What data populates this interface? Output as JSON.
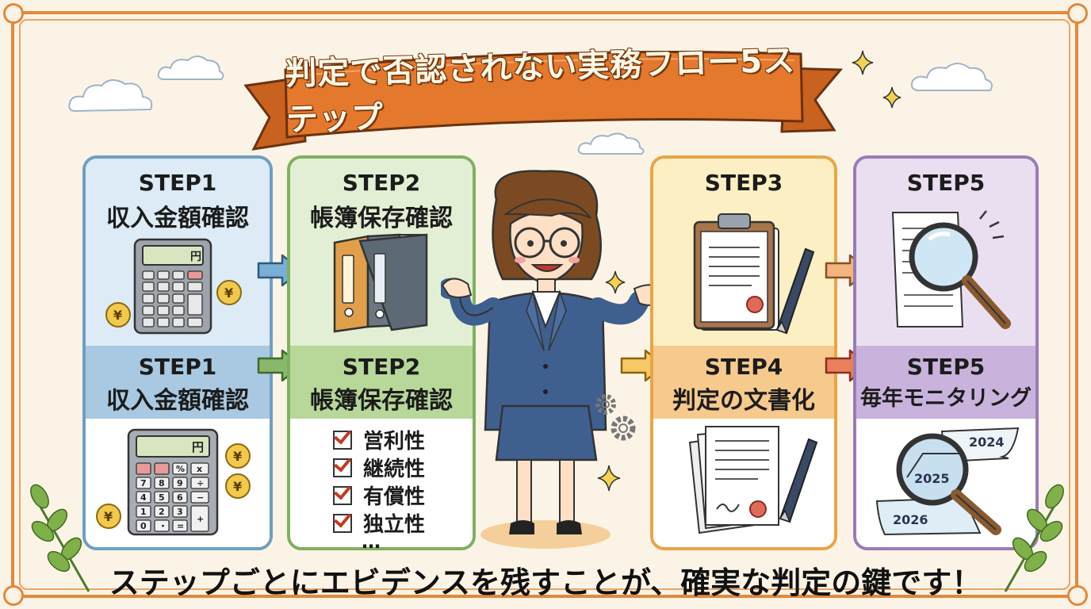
{
  "title": "判定で否認されない実務フロー5ステップ",
  "footer": "ステップごとにエビデンスを残すことが、確実な判定の鍵です！",
  "cards": {
    "c1_top": {
      "step": "STEP1",
      "sub": "収入金額確認"
    },
    "c1_bottom": {
      "step": "STEP1",
      "sub": "収入金額確認"
    },
    "c2_top": {
      "step": "STEP2",
      "sub": "帳簿保存確認"
    },
    "c2_bottom": {
      "step": "STEP2",
      "sub": "帳簿保存確認"
    },
    "c3_top": {
      "step": "STEP3"
    },
    "c3_bottom": {
      "step": "STEP4",
      "sub": "判定の文書化"
    },
    "c4_top": {
      "step": "STEP5"
    },
    "c4_bottom": {
      "step": "STEP5",
      "sub": "毎年モニタリング"
    }
  },
  "checklist": [
    "営利性",
    "継続性",
    "有償性",
    "独立性"
  ],
  "checklist_more": "…",
  "calculator": {
    "display": "円",
    "yen": "¥"
  },
  "calc_keys": [
    "%",
    "x",
    "7",
    "8",
    "9",
    "÷",
    "4",
    "5",
    "6",
    "−",
    "1",
    "2",
    "3",
    "+",
    "0",
    "・",
    "="
  ],
  "years": [
    "2024",
    "2025",
    "2026"
  ],
  "colors": {
    "step1_border": "#6f9fc4",
    "step1_top": "#dcebf5",
    "step1_bottom_head": "#a9c9e2",
    "step2_border": "#7fb061",
    "step2_top": "#e3efd4",
    "step2_bottom_head": "#b8d89a",
    "step34_border": "#e8a545",
    "step3_top": "#fbefc3",
    "step4_head": "#f6c98d",
    "step5_border": "#9a7bb8",
    "step5_top": "#e9dff0",
    "step5_head": "#c9b3dd",
    "banner": "#e4782c",
    "frame": "#e4883a"
  }
}
